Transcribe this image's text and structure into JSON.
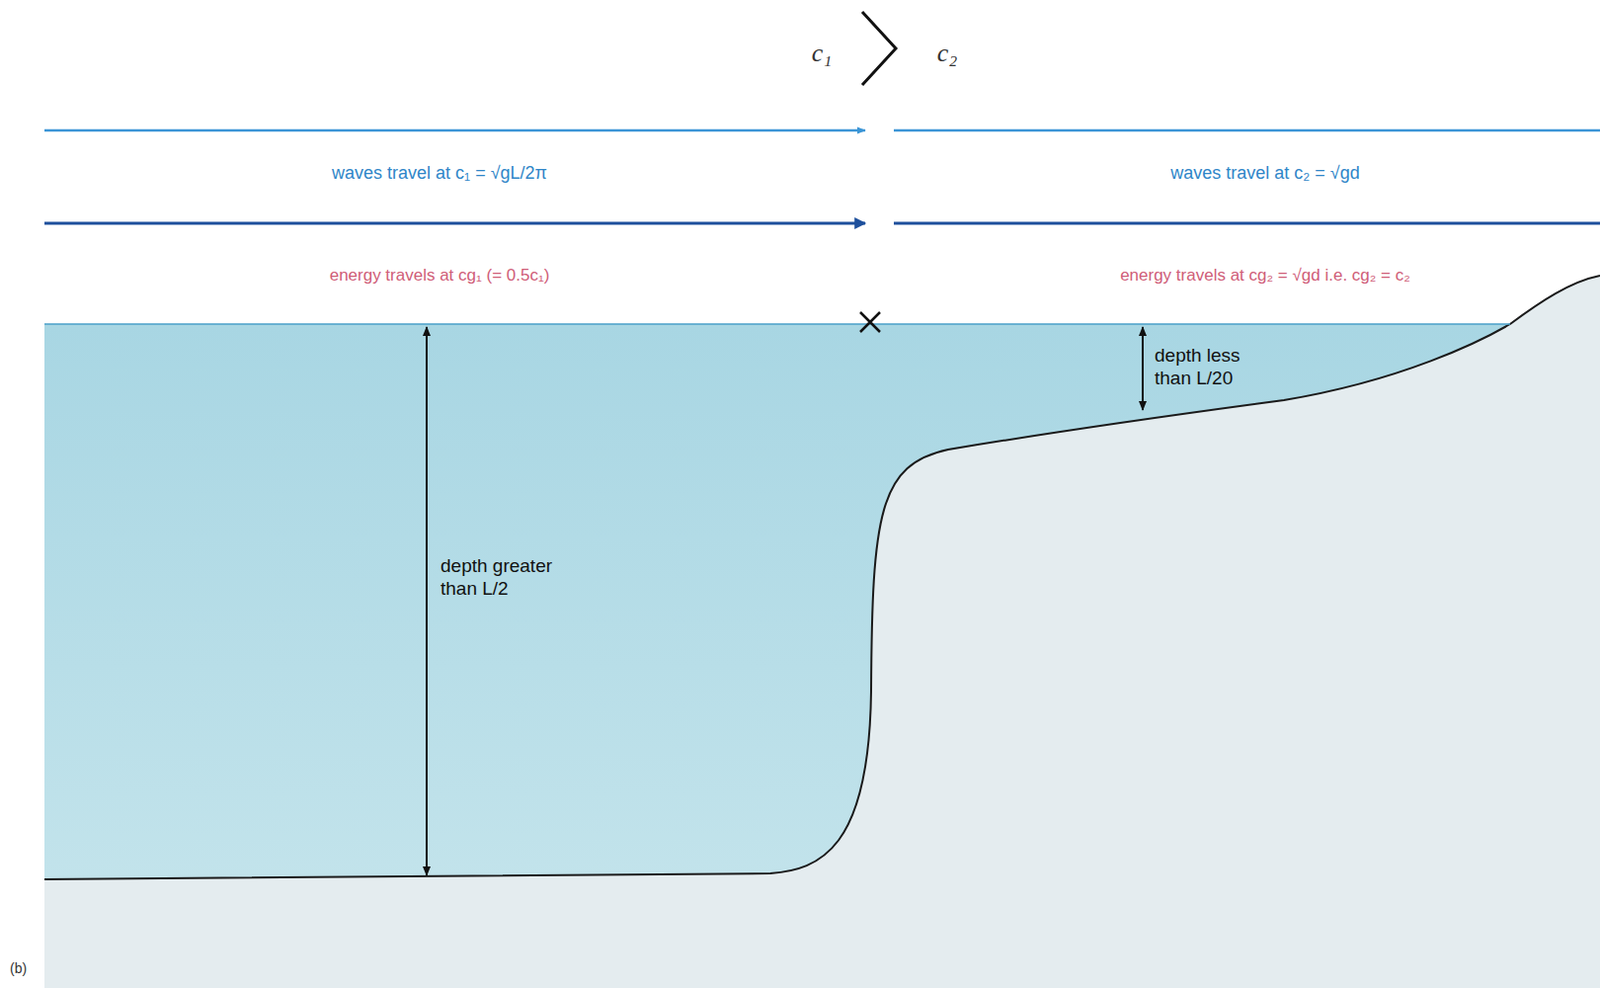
{
  "diagram": {
    "labels": [
      "c₁",
      "c₂",
      "waves travel at c₁ = √gL/2π",
      "waves travel at c₂ = √gd",
      "energy travels at cg₁ (= 0.5c₁)",
      "energy travels at cg₂ = √gd i.e. cg₂ = c₂",
      "depth greater than L/2",
      "depth less than L/20",
      "(b)"
    ]
  }
}
